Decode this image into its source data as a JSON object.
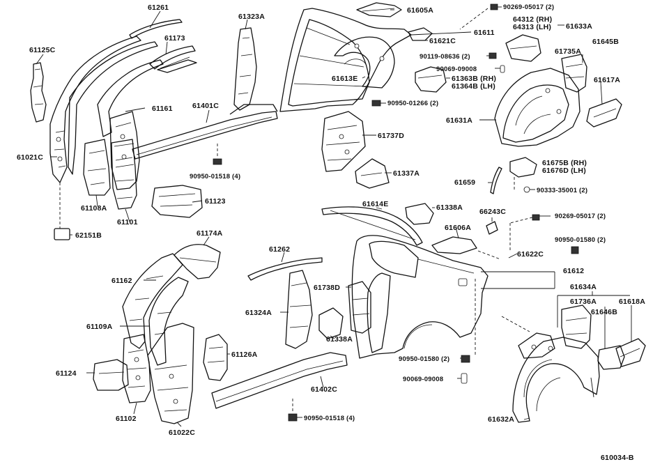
{
  "diagram_id": "610034-B",
  "labels": {
    "p61261": "61261",
    "p61173": "61173",
    "p61323A": "61323A",
    "p61125C": "61125C",
    "p61161": "61161",
    "p61401C": "61401C",
    "p61021C": "61021C",
    "p90950_01518_top": "90950-01518 (4)",
    "p61108A": "61108A",
    "p61123": "61123",
    "p61101": "61101",
    "p62151B": "62151B",
    "p61605A": "61605A",
    "p61621C": "61621C",
    "p61611": "61611",
    "p61613E": "61613E",
    "p90950_01266": "90950-01266 (2)",
    "p61737D": "61737D",
    "p61337A": "61337A",
    "p90269_05017_top": "90269-05017 (2)",
    "p64312": "64312 (RH)",
    "p64313": "64313 (LH)",
    "p61633A": "61633A",
    "p90119_08636": "90119-08636 (2)",
    "p61735A": "61735A",
    "p61645B": "61645B",
    "p90069_09008_top": "90069-09008",
    "p61363B": "61363B (RH)",
    "p61364B": "61364B (LH)",
    "p61617A": "61617A",
    "p61631A": "61631A",
    "p61675B": "61675B (RH)",
    "p61676D": "61676D (LH)",
    "p61659": "61659",
    "p90333_35001": "90333-35001 (2)",
    "p61614E": "61614E",
    "p61338A_top": "61338A",
    "p66243C": "66243C",
    "p90269_05017_mid": "90269-05017 (2)",
    "p61606A": "61606A",
    "p90950_01580_right": "90950-01580 (2)",
    "p61622C": "61622C",
    "p61612": "61612",
    "p61174A": "61174A",
    "p61262": "61262",
    "p61162": "61162",
    "p61738D": "61738D",
    "p61324A": "61324A",
    "p61109A": "61109A",
    "p61338A_bottom": "61338A",
    "p61126A": "61126A",
    "p61634A": "61634A",
    "p61736A": "61736A",
    "p61618A": "61618A",
    "p61646B": "61646B",
    "p61124": "61124",
    "p90950_01580_mid": "90950-01580 (2)",
    "p90069_09008_bottom": "90069-09008",
    "p61402C": "61402C",
    "p61102": "61102",
    "p90950_01518_bottom": "90950-01518 (4)",
    "p61022C": "61022C",
    "p61632A": "61632A"
  }
}
